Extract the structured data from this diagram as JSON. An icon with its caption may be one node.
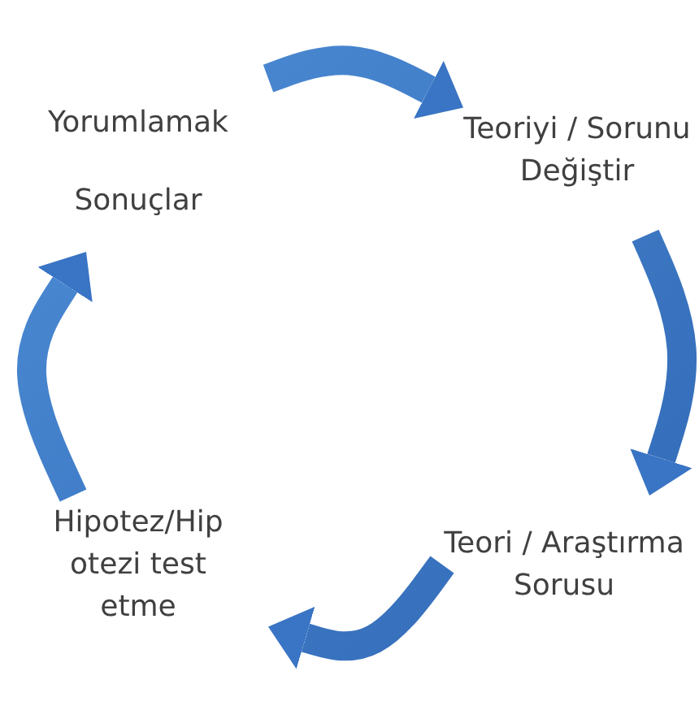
{
  "diagram": {
    "nodes": [
      {
        "text": [
          "Yorumlamak",
          "Sonuçlar"
        ]
      },
      {
        "text": [
          "Teoriyi / Sorunu Değiştir"
        ]
      },
      {
        "text": [
          "Teori / Araştırma Sorusu"
        ]
      },
      {
        "text": [
          "Hipotez/Hip otezi test etme"
        ]
      }
    ],
    "edges": [
      {
        "from": 0,
        "to": 1,
        "arrow": "to"
      },
      {
        "from": 1,
        "to": 2,
        "arrow": "to"
      },
      {
        "from": 2,
        "to": 3,
        "arrow": "to"
      },
      {
        "from": 3,
        "to": 0,
        "arrow": "to"
      }
    ]
  }
}
